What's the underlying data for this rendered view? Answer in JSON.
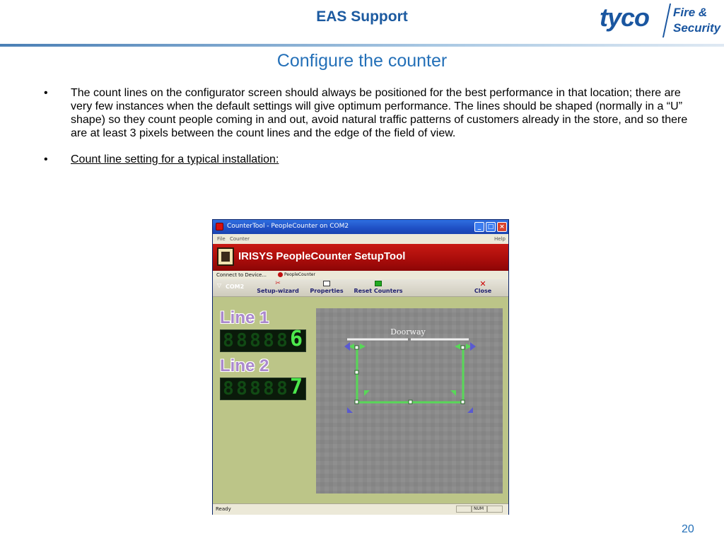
{
  "header": {
    "title": "EAS Support",
    "logo": {
      "brand": "tyco",
      "tagline_line1": "Fire &",
      "tagline_line2": "Security"
    }
  },
  "slide": {
    "title": "Configure the counter",
    "bullets": [
      {
        "text": "The count lines on the configurator screen should always be positioned for the best performance in that location; there are very few instances when the default settings will give optimum performance. The lines should be shaped (normally in a “U” shape) so they count people coming in and out, avoid natural traffic patterns of customers already in the store, and so there are at least 3 pixels between the count lines and the edge of the field of view.",
        "underlined": false
      },
      {
        "text": "Count line setting for a typical installation:",
        "underlined": true
      }
    ],
    "bullet_symbol": "•",
    "page_number": "20"
  },
  "app_window": {
    "title": "CounterTool - PeopleCounter on COM2",
    "titlebar_buttons": {
      "minimize": "_",
      "maximize": "□",
      "close": "×"
    },
    "menu": {
      "file": "File",
      "counter": "Counter",
      "help": "Help"
    },
    "banner": "IRISYS PeopleCounter SetupTool",
    "connect_label": "Connect to Device...",
    "device_name": "PeopleCounter",
    "toolbar": {
      "com_chevron": "▽",
      "com_label": "COM2",
      "setup_wizard": "Setup-wizard",
      "properties": "Properties",
      "reset_counters": "Reset Counters",
      "close": "Close",
      "wizard_icon": "✂"
    },
    "counters": [
      {
        "label": "Line 1",
        "value": "6",
        "placeholder_digits": "88888"
      },
      {
        "label": "Line 2",
        "value": "7",
        "placeholder_digits": "88888"
      }
    ],
    "camera_view": {
      "doorway_label": "Doorway"
    },
    "statusbar": {
      "ready": "Ready",
      "num": "NUM"
    }
  },
  "colors": {
    "header_blue": "#1c5aa0",
    "title_blue": "#2470b8",
    "banner_red": "#b8120e",
    "workarea_green": "#bcc588",
    "counter_lit": "#4ce84c",
    "count_line": "#58d858"
  }
}
